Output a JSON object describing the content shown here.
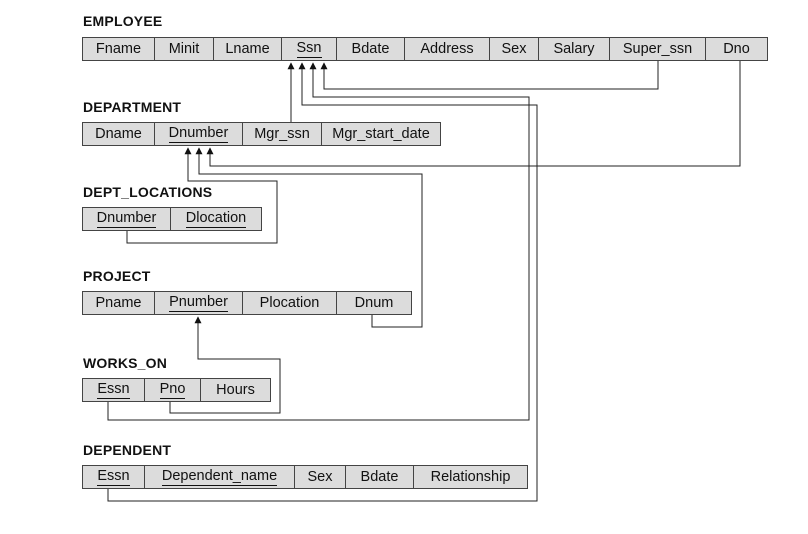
{
  "relations": [
    {
      "name": "EMPLOYEE",
      "attributes": [
        {
          "label": "Fname",
          "pk": false
        },
        {
          "label": "Minit",
          "pk": false
        },
        {
          "label": "Lname",
          "pk": false
        },
        {
          "label": "Ssn",
          "pk": true
        },
        {
          "label": "Bdate",
          "pk": false
        },
        {
          "label": "Address",
          "pk": false
        },
        {
          "label": "Sex",
          "pk": false
        },
        {
          "label": "Salary",
          "pk": false
        },
        {
          "label": "Super_ssn",
          "pk": false
        },
        {
          "label": "Dno",
          "pk": false
        }
      ]
    },
    {
      "name": "DEPARTMENT",
      "attributes": [
        {
          "label": "Dname",
          "pk": false
        },
        {
          "label": "Dnumber",
          "pk": true
        },
        {
          "label": "Mgr_ssn",
          "pk": false
        },
        {
          "label": "Mgr_start_date",
          "pk": false
        }
      ]
    },
    {
      "name": "DEPT_LOCATIONS",
      "attributes": [
        {
          "label": "Dnumber",
          "pk": true
        },
        {
          "label": "Dlocation",
          "pk": true
        }
      ]
    },
    {
      "name": "PROJECT",
      "attributes": [
        {
          "label": "Pname",
          "pk": false
        },
        {
          "label": "Pnumber",
          "pk": true
        },
        {
          "label": "Plocation",
          "pk": false
        },
        {
          "label": "Dnum",
          "pk": false
        }
      ]
    },
    {
      "name": "WORKS_ON",
      "attributes": [
        {
          "label": "Essn",
          "pk": true
        },
        {
          "label": "Pno",
          "pk": true
        },
        {
          "label": "Hours",
          "pk": false
        }
      ]
    },
    {
      "name": "DEPENDENT",
      "attributes": [
        {
          "label": "Essn",
          "pk": true
        },
        {
          "label": "Dependent_name",
          "pk": true
        },
        {
          "label": "Sex",
          "pk": false
        },
        {
          "label": "Bdate",
          "pk": false
        },
        {
          "label": "Relationship",
          "pk": false
        }
      ]
    }
  ],
  "colors": {
    "cell_fill": "#dcdcdc",
    "border": "#444444",
    "line": "#222222",
    "corner_mark": "#b0243a"
  }
}
